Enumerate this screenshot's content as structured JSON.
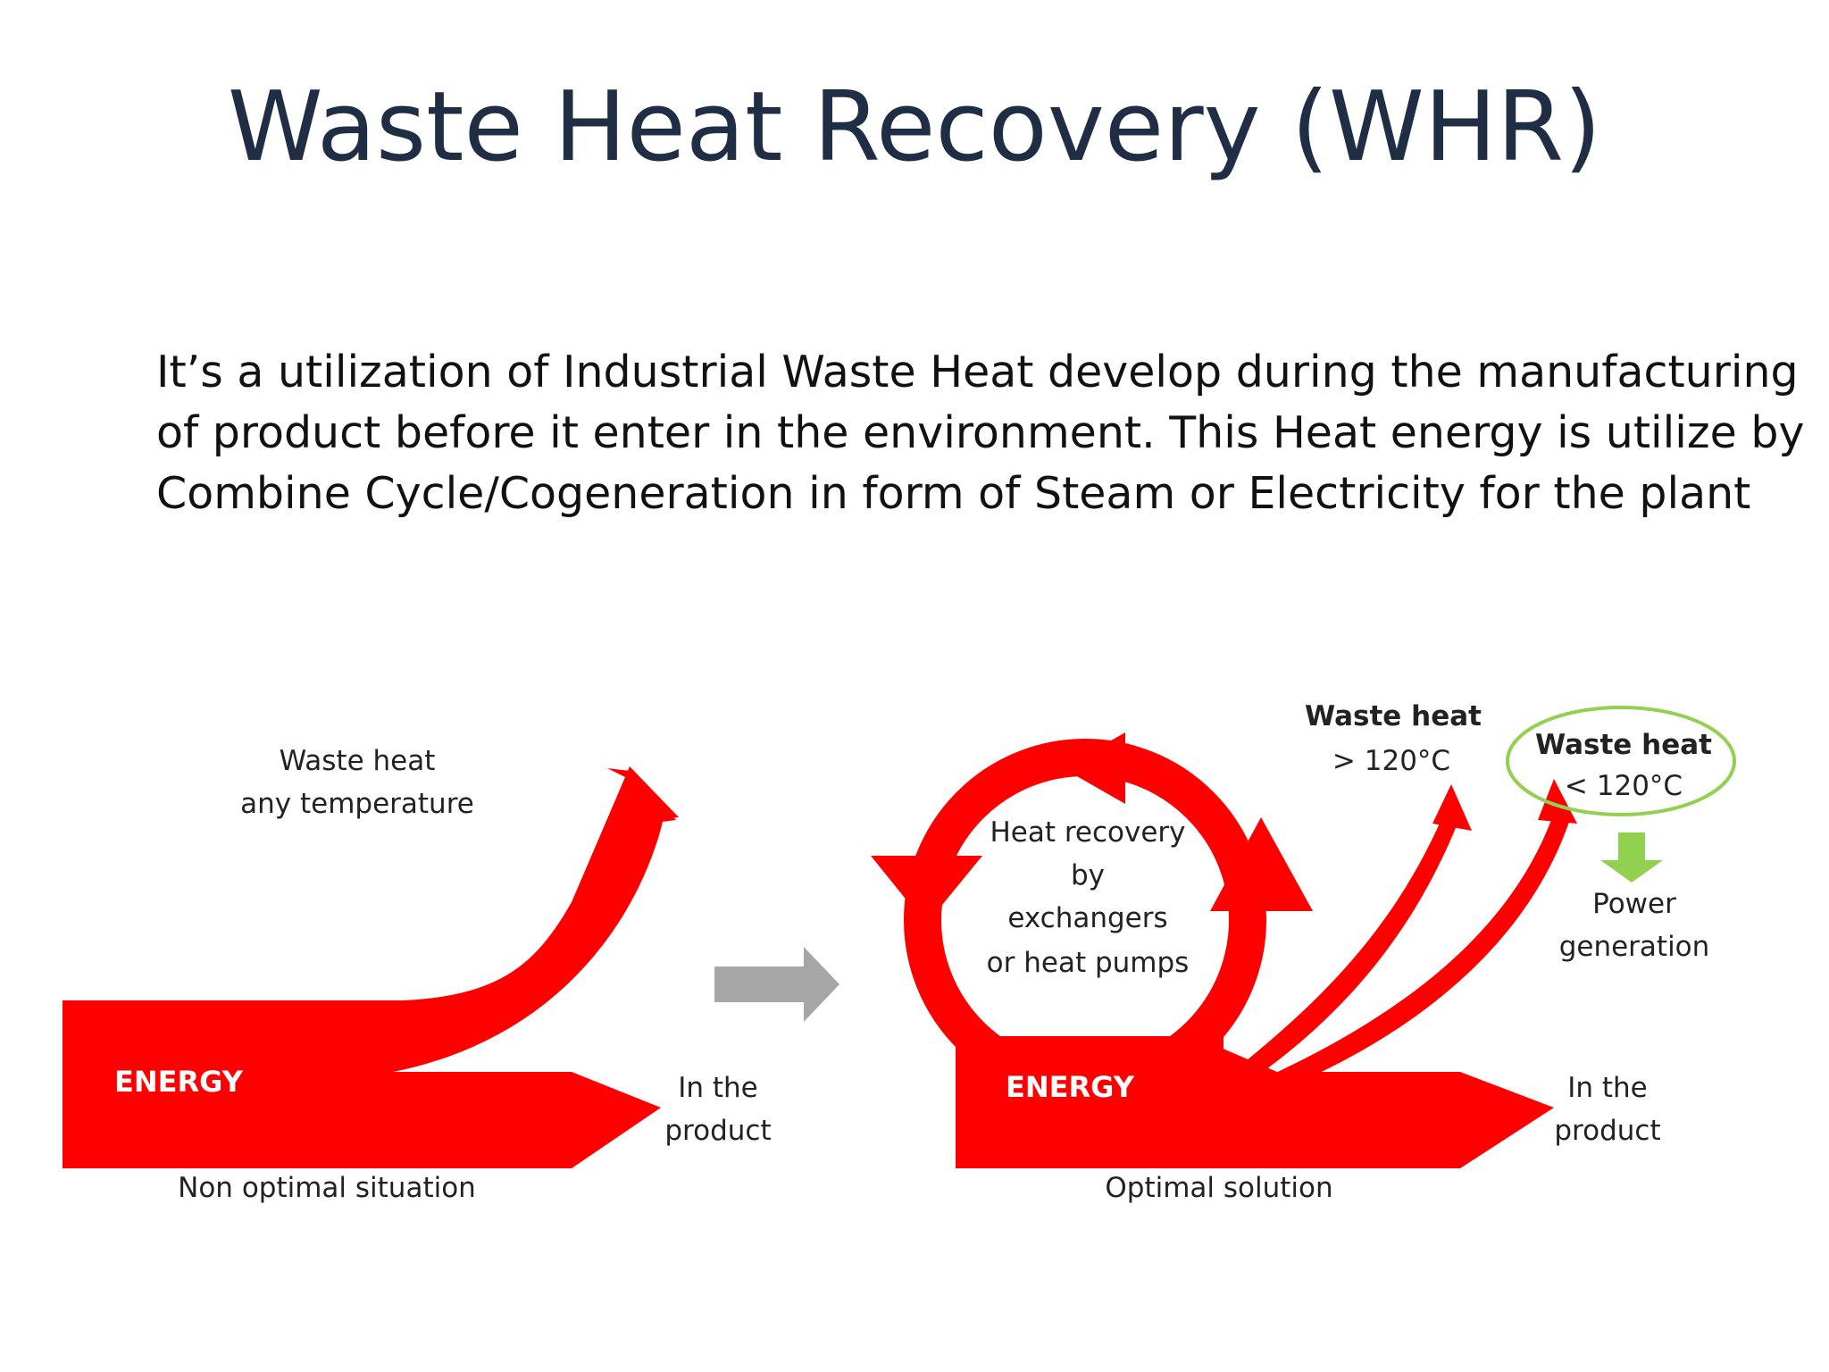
{
  "slide": {
    "title": "Waste Heat Recovery (WHR)",
    "body_lines": [
      "It’s a utilization of Industrial Waste Heat develop during the manufacturing",
      "of product before it enter in the environment. This Heat energy is utilize by",
      "Combine Cycle/Cogeneration in form of Steam or Electricity for the plant"
    ]
  },
  "diagram": {
    "colors": {
      "energy_flow": "#ff0000",
      "transition_arrow": "#a6a6a6",
      "highlight_ellipse": "#92d050",
      "power_arrow": "#92d050"
    },
    "left": {
      "waste_heat_line1": "Waste heat",
      "waste_heat_line2": "any temperature",
      "energy_label": "ENERGY",
      "product_line1": "In the",
      "product_line2": "product",
      "caption": "Non optimal situation"
    },
    "right": {
      "recovery_line1": "Heat recovery",
      "recovery_line2": "by",
      "recovery_line3": "exchangers",
      "recovery_line4": "or heat pumps",
      "waste_high_line1": "Waste heat",
      "waste_high_line2": "> 120°C",
      "waste_low_line1": "Waste heat",
      "waste_low_line2": "< 120°C",
      "power_line1": "Power",
      "power_line2": "generation",
      "energy_label": "ENERGY",
      "product_line1": "In the",
      "product_line2": "product",
      "caption": "Optimal solution"
    }
  }
}
